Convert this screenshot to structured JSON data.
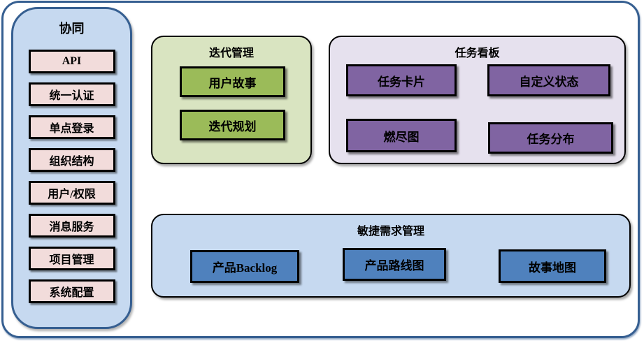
{
  "sidebar": {
    "title": "协同",
    "items": [
      "API",
      "统一认证",
      "单点登录",
      "组织结构",
      "用户/权限",
      "消息服务",
      "项目管理",
      "系统配置"
    ]
  },
  "sections": {
    "iteration": {
      "title": "迭代管理",
      "items": [
        "用户故事",
        "迭代规划"
      ]
    },
    "taskboard": {
      "title": "任务看板",
      "items": [
        "任务卡片",
        "自定义状态",
        "燃尽图",
        "任务分布"
      ]
    },
    "agile": {
      "title": "敏捷需求管理",
      "items": [
        "产品Backlog",
        "产品路线图",
        "故事地图"
      ]
    }
  },
  "colors": {
    "outer_border": "#365f91",
    "panel_blue_fill": "#c6d9f0",
    "pink_item_fill": "#f2dcdb",
    "green_section_fill": "#d9e4c1",
    "green_item_fill": "#9bbb59",
    "purple_section_fill": "#e6e1ee",
    "purple_item_fill": "#8064a2",
    "blue_section_fill": "#c6d9f0",
    "blue_item_fill": "#4f81bd",
    "box_border": "#000000",
    "text": "#000000"
  }
}
